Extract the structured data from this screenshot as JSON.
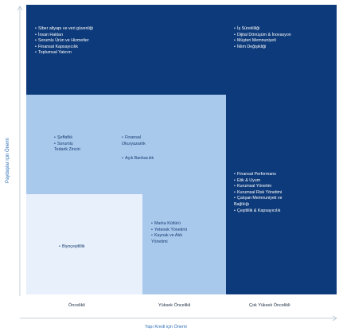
{
  "axes": {
    "y_label": "Paydaşlar için Önemi",
    "x_label": "Yapı Kredi için Önemi",
    "categories": [
      "Öncelikli",
      "Yüksek Öncelikli",
      "Çok Yüksek Öncelikli"
    ]
  },
  "regions": {
    "top_left": [
      "Siber altyapı ve veri güvenliği",
      "İnsan Hakları",
      "Sorumlu Ürün ve Hizmetler",
      "Finansal Kapsayıcılık",
      "Toplumsal Yatırım"
    ],
    "top_right": [
      "İş Sürekliliği",
      "Dijital Dönüşüm & İnovasyon",
      "Müşteri Memnuniyeti",
      "İklim Değişikliği"
    ],
    "mid_col1": [
      "Şeffaflık",
      "Sorumlu\nTedarik Zinciri"
    ],
    "mid_col2a": [
      "Finansal\nOkuryazarlık"
    ],
    "mid_col2b": [
      "Açık Bankacılık"
    ],
    "right_col": [
      "Finansal Performans",
      "Etik & Uyum",
      "Kurumsal Yönetim",
      "Kurumsal Risk Yönetimi",
      "Çalışan Memnuniyeti ve\nBağlılığı",
      "Çeşitlilik & Kapsayıcılık"
    ],
    "lower_mid": [
      "Marka Kültürü",
      "Yetenek Yönetimi",
      "Kaynak ve Atık\nYönetimi"
    ],
    "lower_left": [
      "Biyoçeşitlilik"
    ]
  },
  "colors": {
    "dark": "#0d3a7a",
    "mid": "#a8c8ec",
    "light": "#e7f0fb",
    "axis": "#b8c4d2"
  }
}
